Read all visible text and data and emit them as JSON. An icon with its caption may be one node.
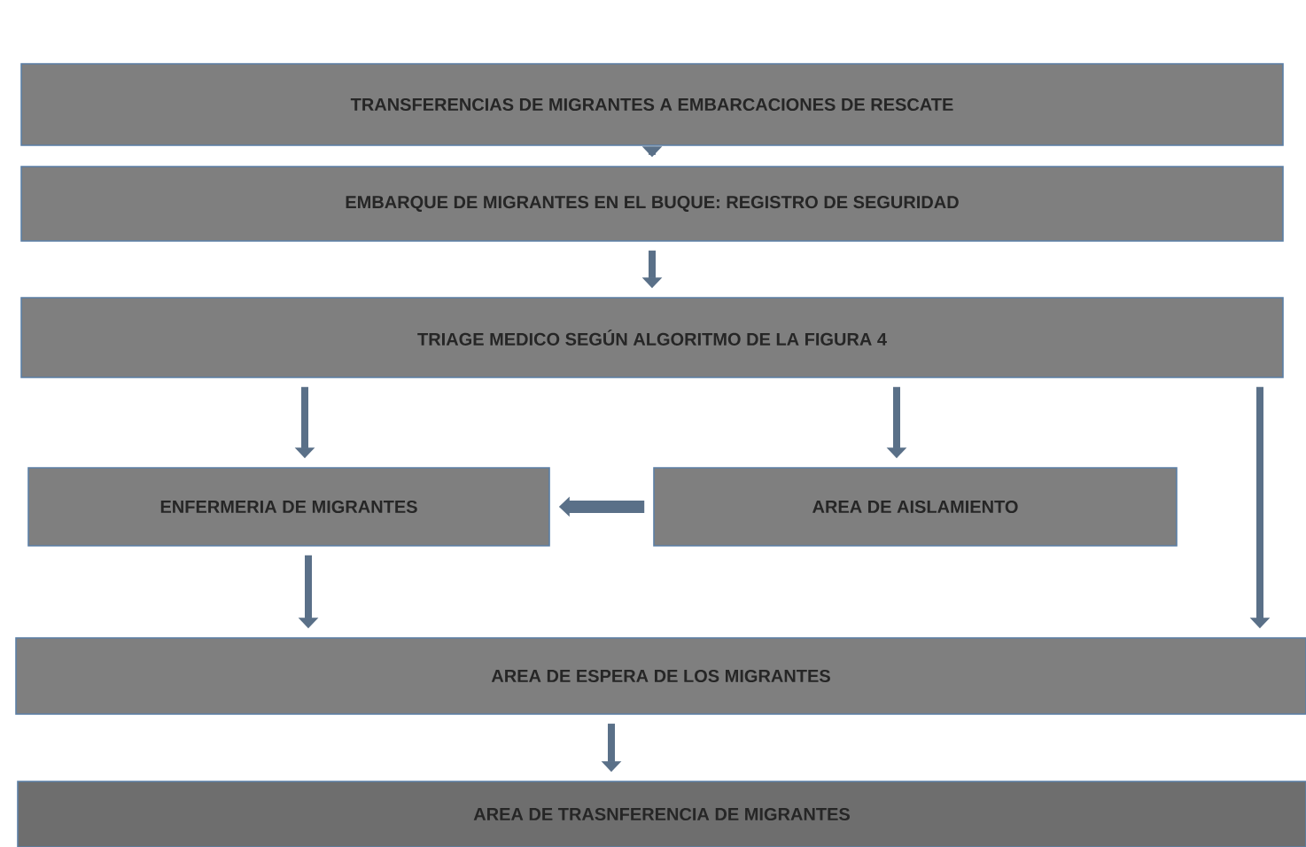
{
  "diagram": {
    "nodes": [
      {
        "text": [
          "TRANSFERENCIAS DE MIGRANTES A EMBARCACIONES DE RESCATE"
        ]
      },
      {
        "text": [
          "EMBARQUE DE MIGRANTES EN EL BUQUE: REGISTRO DE SEGURIDAD"
        ]
      },
      {
        "text": [
          "TRIAGE MEDICO SEGÚN ALGORITMO DE LA FIGURA 4"
        ]
      },
      {
        "text": [
          "ENFERMERIA DE MIGRANTES"
        ]
      },
      {
        "text": [
          "AREA DE AISLAMIENTO"
        ]
      },
      {
        "text": [
          "AREA DE ESPERA DE LOS MIGRANTES"
        ]
      },
      {
        "text": [
          "AREA DE TRASNFERENCIA DE MIGRANTES"
        ]
      }
    ],
    "edges": [
      {
        "from": 0,
        "to": 1,
        "arrow": "to"
      },
      {
        "from": 1,
        "to": 2,
        "arrow": "to"
      },
      {
        "from": 2,
        "to": 3,
        "arrow": "to"
      },
      {
        "from": 2,
        "to": 4,
        "arrow": "to"
      },
      {
        "from": 2,
        "to": 5,
        "arrow": "to"
      },
      {
        "from": 4,
        "to": 3,
        "arrow": "to"
      },
      {
        "from": 3,
        "to": 5,
        "arrow": "to"
      },
      {
        "from": 5,
        "to": 6,
        "arrow": "to"
      }
    ]
  }
}
